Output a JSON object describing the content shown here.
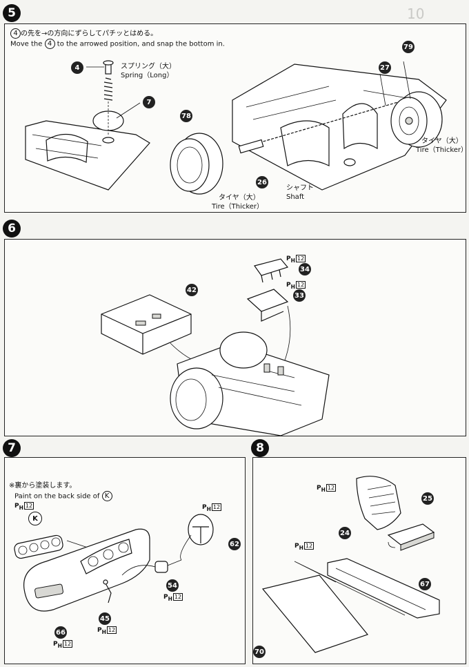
{
  "page_number": "10",
  "steps": [
    {
      "number": "5",
      "instruction_ja": "の先を→の方向にずらしてパチッとはめる。",
      "instruction_ja_ref": "4",
      "instruction_en_pre": "Move the",
      "instruction_en_ref": "4",
      "instruction_en_post": "to the arrowed position, and snap the bottom in.",
      "parts": [
        "4",
        "7",
        "78",
        "26",
        "27",
        "79"
      ],
      "labels": {
        "spring_ja": "スプリング（大）",
        "spring_en": "Spring（Long）",
        "tire_left_ja": "タイヤ（大）",
        "tire_left_en": "Tire（Thicker）",
        "shaft_ja": "シャフト",
        "shaft_en": "Shaft",
        "tire_right_ja": "タイヤ（大）",
        "tire_right_en": "Tire（Thicker）"
      }
    },
    {
      "number": "6",
      "parts": [
        "42",
        "34",
        "33"
      ],
      "paint_codes": [
        "P",
        "P"
      ],
      "paint_ref": "12"
    },
    {
      "number": "7",
      "note_ja": "※裏から塗装します。",
      "note_en_pre": "Paint on the back side of",
      "note_en_ref": "K",
      "parts": [
        "K",
        "62",
        "54",
        "45",
        "66"
      ],
      "paint_ref": "12"
    },
    {
      "number": "8",
      "parts": [
        "25",
        "24",
        "67",
        "70"
      ],
      "paint_ref": "12"
    }
  ],
  "paint_prefix": "P",
  "paint_sub": "H"
}
